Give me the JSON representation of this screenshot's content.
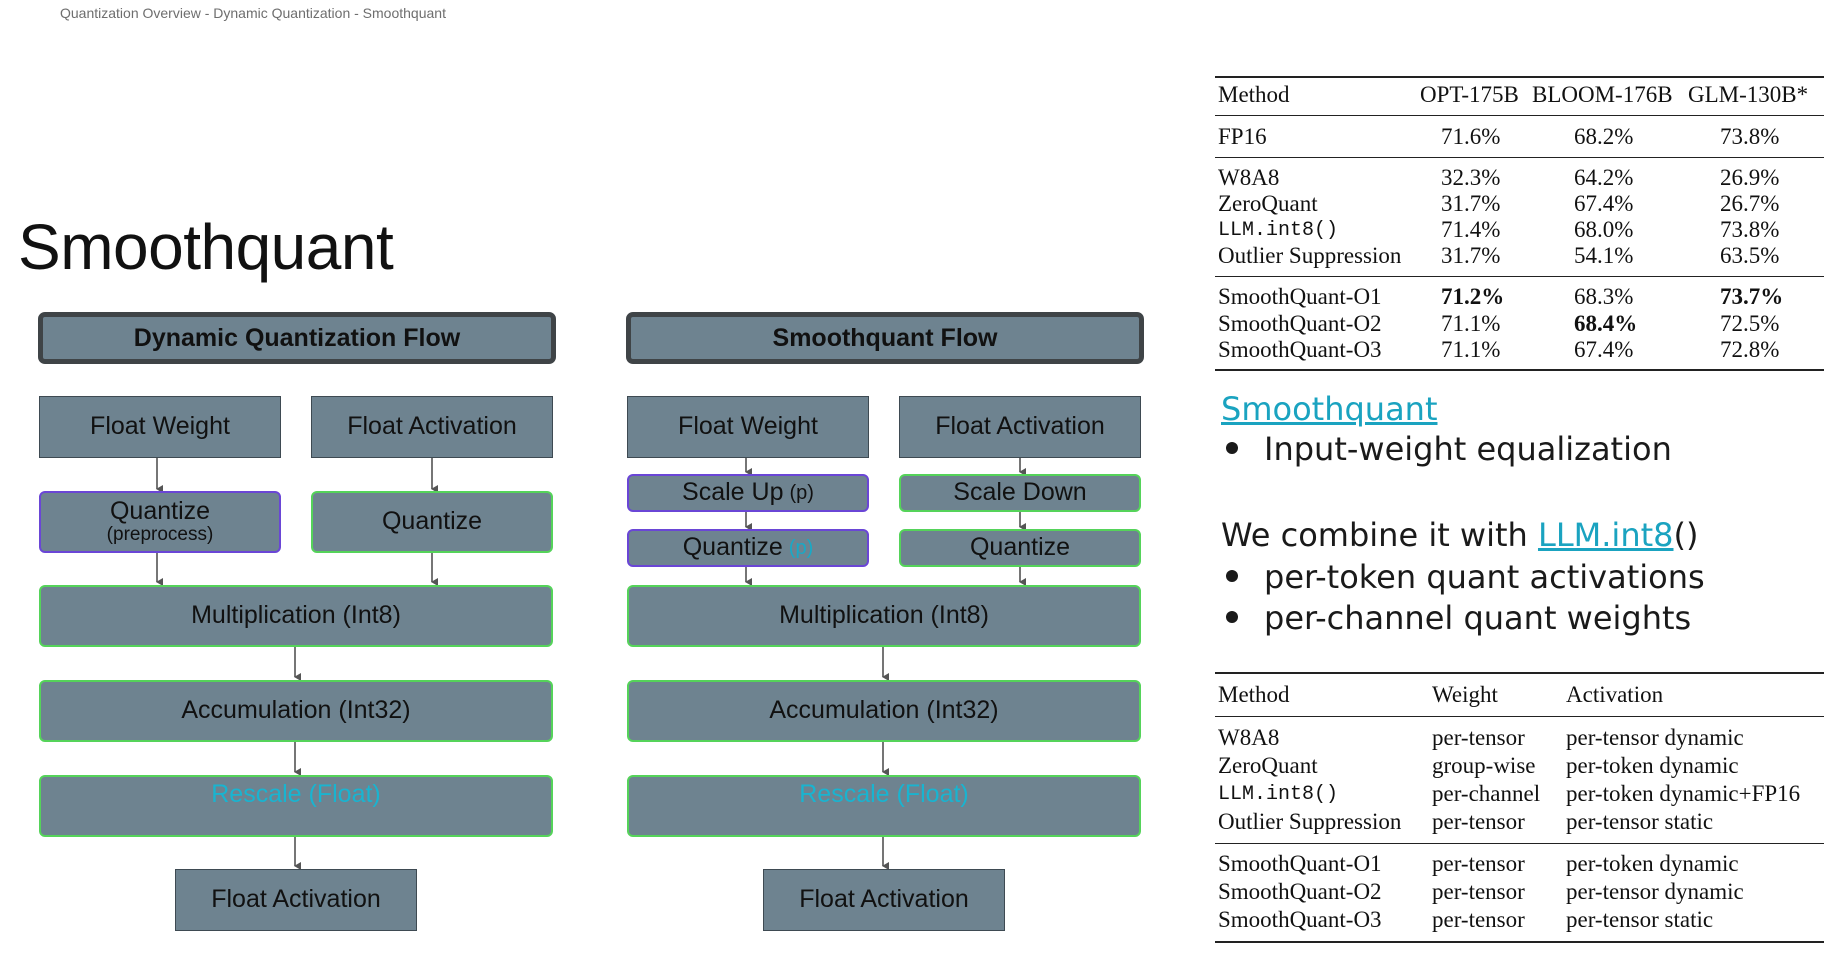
{
  "breadcrumb": "Quantization Overview - Dynamic Quantization - Smoothquant",
  "title": "Smoothquant",
  "dynamic_flow": {
    "header": "Dynamic Quantization Flow",
    "float_weight": "Float Weight",
    "float_activation": "Float Activation",
    "quantize_left": "Quantize",
    "quantize_left_sub": "(preprocess)",
    "quantize_right": "Quantize",
    "multiplication": "Multiplication (Int8)",
    "accumulation": "Accumulation (Int32)",
    "rescale": "Rescale (Float)",
    "output": "Float Activation"
  },
  "smooth_flow": {
    "header": "Smoothquant Flow",
    "float_weight": "Float Weight",
    "float_activation": "Float Activation",
    "scale_up": "Scale Up",
    "scale_up_sub": "(p)",
    "scale_down": "Scale Down",
    "quantize_left": "Quantize",
    "quantize_left_sub": "(p)",
    "quantize_right": "Quantize",
    "multiplication": "Multiplication (Int8)",
    "accumulation": "Accumulation (Int32)",
    "rescale": "Rescale (Float)",
    "output": "Float Activation"
  },
  "accuracy_table": {
    "headers": [
      "Method",
      "OPT-175B",
      "BLOOM-176B",
      "GLM-130B*"
    ],
    "groups": [
      [
        [
          "FP16",
          "71.6%",
          "68.2%",
          "73.8%"
        ]
      ],
      [
        [
          "W8A8",
          "32.3%",
          "64.2%",
          "26.9%"
        ],
        [
          "ZeroQuant",
          "31.7%",
          "67.4%",
          "26.7%"
        ],
        [
          "LLM.int8()",
          "71.4%",
          "68.0%",
          "73.8%"
        ],
        [
          "Outlier Suppression",
          "31.7%",
          "54.1%",
          "63.5%"
        ]
      ],
      [
        [
          "SmoothQuant-O1",
          "71.2%",
          "68.3%",
          "73.7%"
        ],
        [
          "SmoothQuant-O2",
          "71.1%",
          "68.4%",
          "72.5%"
        ],
        [
          "SmoothQuant-O3",
          "71.1%",
          "67.4%",
          "72.8%"
        ]
      ]
    ]
  },
  "notes": {
    "link1": "Smoothquant",
    "bullet1": "Input-weight equalization",
    "combine_prefix": "We combine it with ",
    "link2": "LLM.int8",
    "combine_suffix": "()",
    "bullet2": "per-token quant activations",
    "bullet3": "per-channel quant weights"
  },
  "granularity_table": {
    "headers": [
      "Method",
      "Weight",
      "Activation"
    ],
    "groups": [
      [
        [
          "W8A8",
          "per-tensor",
          "per-tensor dynamic"
        ],
        [
          "ZeroQuant",
          "group-wise",
          "per-token dynamic"
        ],
        [
          "LLM.int8()",
          "per-channel",
          "per-token dynamic+FP16"
        ],
        [
          "Outlier Suppression",
          "per-tensor",
          "per-tensor static"
        ]
      ],
      [
        [
          "SmoothQuant-O1",
          "per-tensor",
          "per-token dynamic"
        ],
        [
          "SmoothQuant-O2",
          "per-tensor",
          "per-tensor dynamic"
        ],
        [
          "SmoothQuant-O3",
          "per-tensor",
          "per-tensor static"
        ]
      ]
    ]
  },
  "colors": {
    "box_fill": "#6e8390",
    "green_border": "#55d35a",
    "purple_border": "#6a46d6",
    "rescale_text": "#19b4d0",
    "link": "#1aa3c0"
  }
}
